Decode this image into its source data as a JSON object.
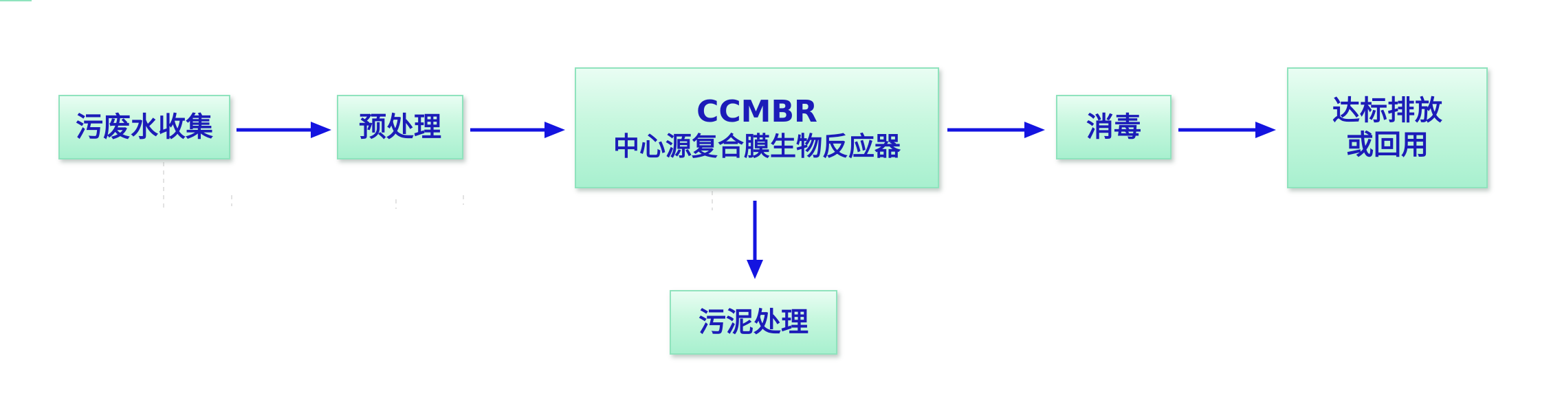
{
  "diagram": {
    "nodes": {
      "collection": "污废水收集",
      "pretreatment": "预处理",
      "reactor_line1": "CCMBR",
      "reactor_line2": "中心源复合膜生物反应器",
      "disinfection": "消毒",
      "discharge_line1": "达标排放",
      "discharge_line2": "或回用",
      "sludge": "污泥处理"
    },
    "colors": {
      "box_fill": "#c6f7de",
      "box_border": "#8fe3bd",
      "text": "#1c1cb8",
      "arrow": "#1414e0"
    }
  }
}
